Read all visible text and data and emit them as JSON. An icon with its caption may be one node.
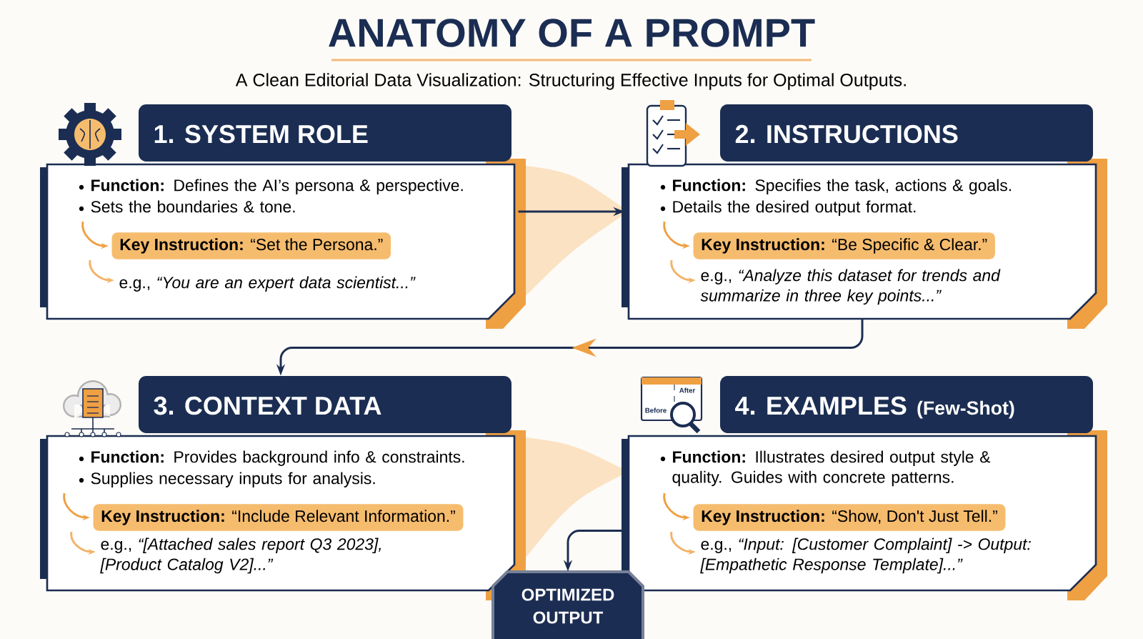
{
  "diagram": {
    "title": "ANATOMY OF A PROMPT",
    "caption": "A Clean Editorial Data Visualization: Structuring Effective Inputs for Optimal Outputs.",
    "nodes": [
      {
        "text": [
          "1. SYSTEM ROLE",
          "**Function:** Defines the AI’s persona & perspective.",
          "Sets the boundaries & tone.",
          "e.g., *“You are an expert data scientist...”*"
        ]
      },
      {
        "text": [
          "**Key Instruction:** “Set the Persona.”"
        ],
        "in": 0
      },
      {
        "text": [
          "2. INSTRUCTIONS",
          "**Function:** Specifies the task, actions & goals.",
          "Details the desired output format.",
          "e.g., *“Analyze this dataset for trends and summarize in three key points...”*"
        ]
      },
      {
        "text": [
          "**Key Instruction:** “Be Specific & Clear.”"
        ],
        "in": 2
      },
      {
        "text": [
          "3. CONTEXT DATA",
          "**Function:** Provides background info & constraints.",
          "Supplies necessary inputs for analysis.",
          "e.g., *“[Attached sales report Q3 2023], [Product Catalog V2]...”*"
        ]
      },
      {
        "text": [
          "**Key Instruction:** “Include Relevant Information.”"
        ],
        "in": 4
      },
      {
        "text": [
          "4. EXAMPLES",
          "(Few-Shot)",
          "**Function:** Illustrates desired output style & quality. Guides with concrete patterns.",
          "e.g., *“Input: [Customer Complaint] -> Output: [Empathetic Response Template]...”*"
        ]
      },
      {
        "text": [
          "**Key Instruction:** “Show, Don't Just Tell.”"
        ],
        "in": 6
      },
      {
        "text": [
          "OPTIMIZED OUTPUT"
        ]
      }
    ],
    "edges": [
      {
        "from": 0,
        "to": 2,
        "arrow": "to"
      },
      {
        "from": 2,
        "to": 4,
        "arrow": "to"
      },
      {
        "from": 6,
        "to": 8,
        "arrow": "to"
      }
    ],
    "labels": [
      "After",
      "Before"
    ]
  }
}
